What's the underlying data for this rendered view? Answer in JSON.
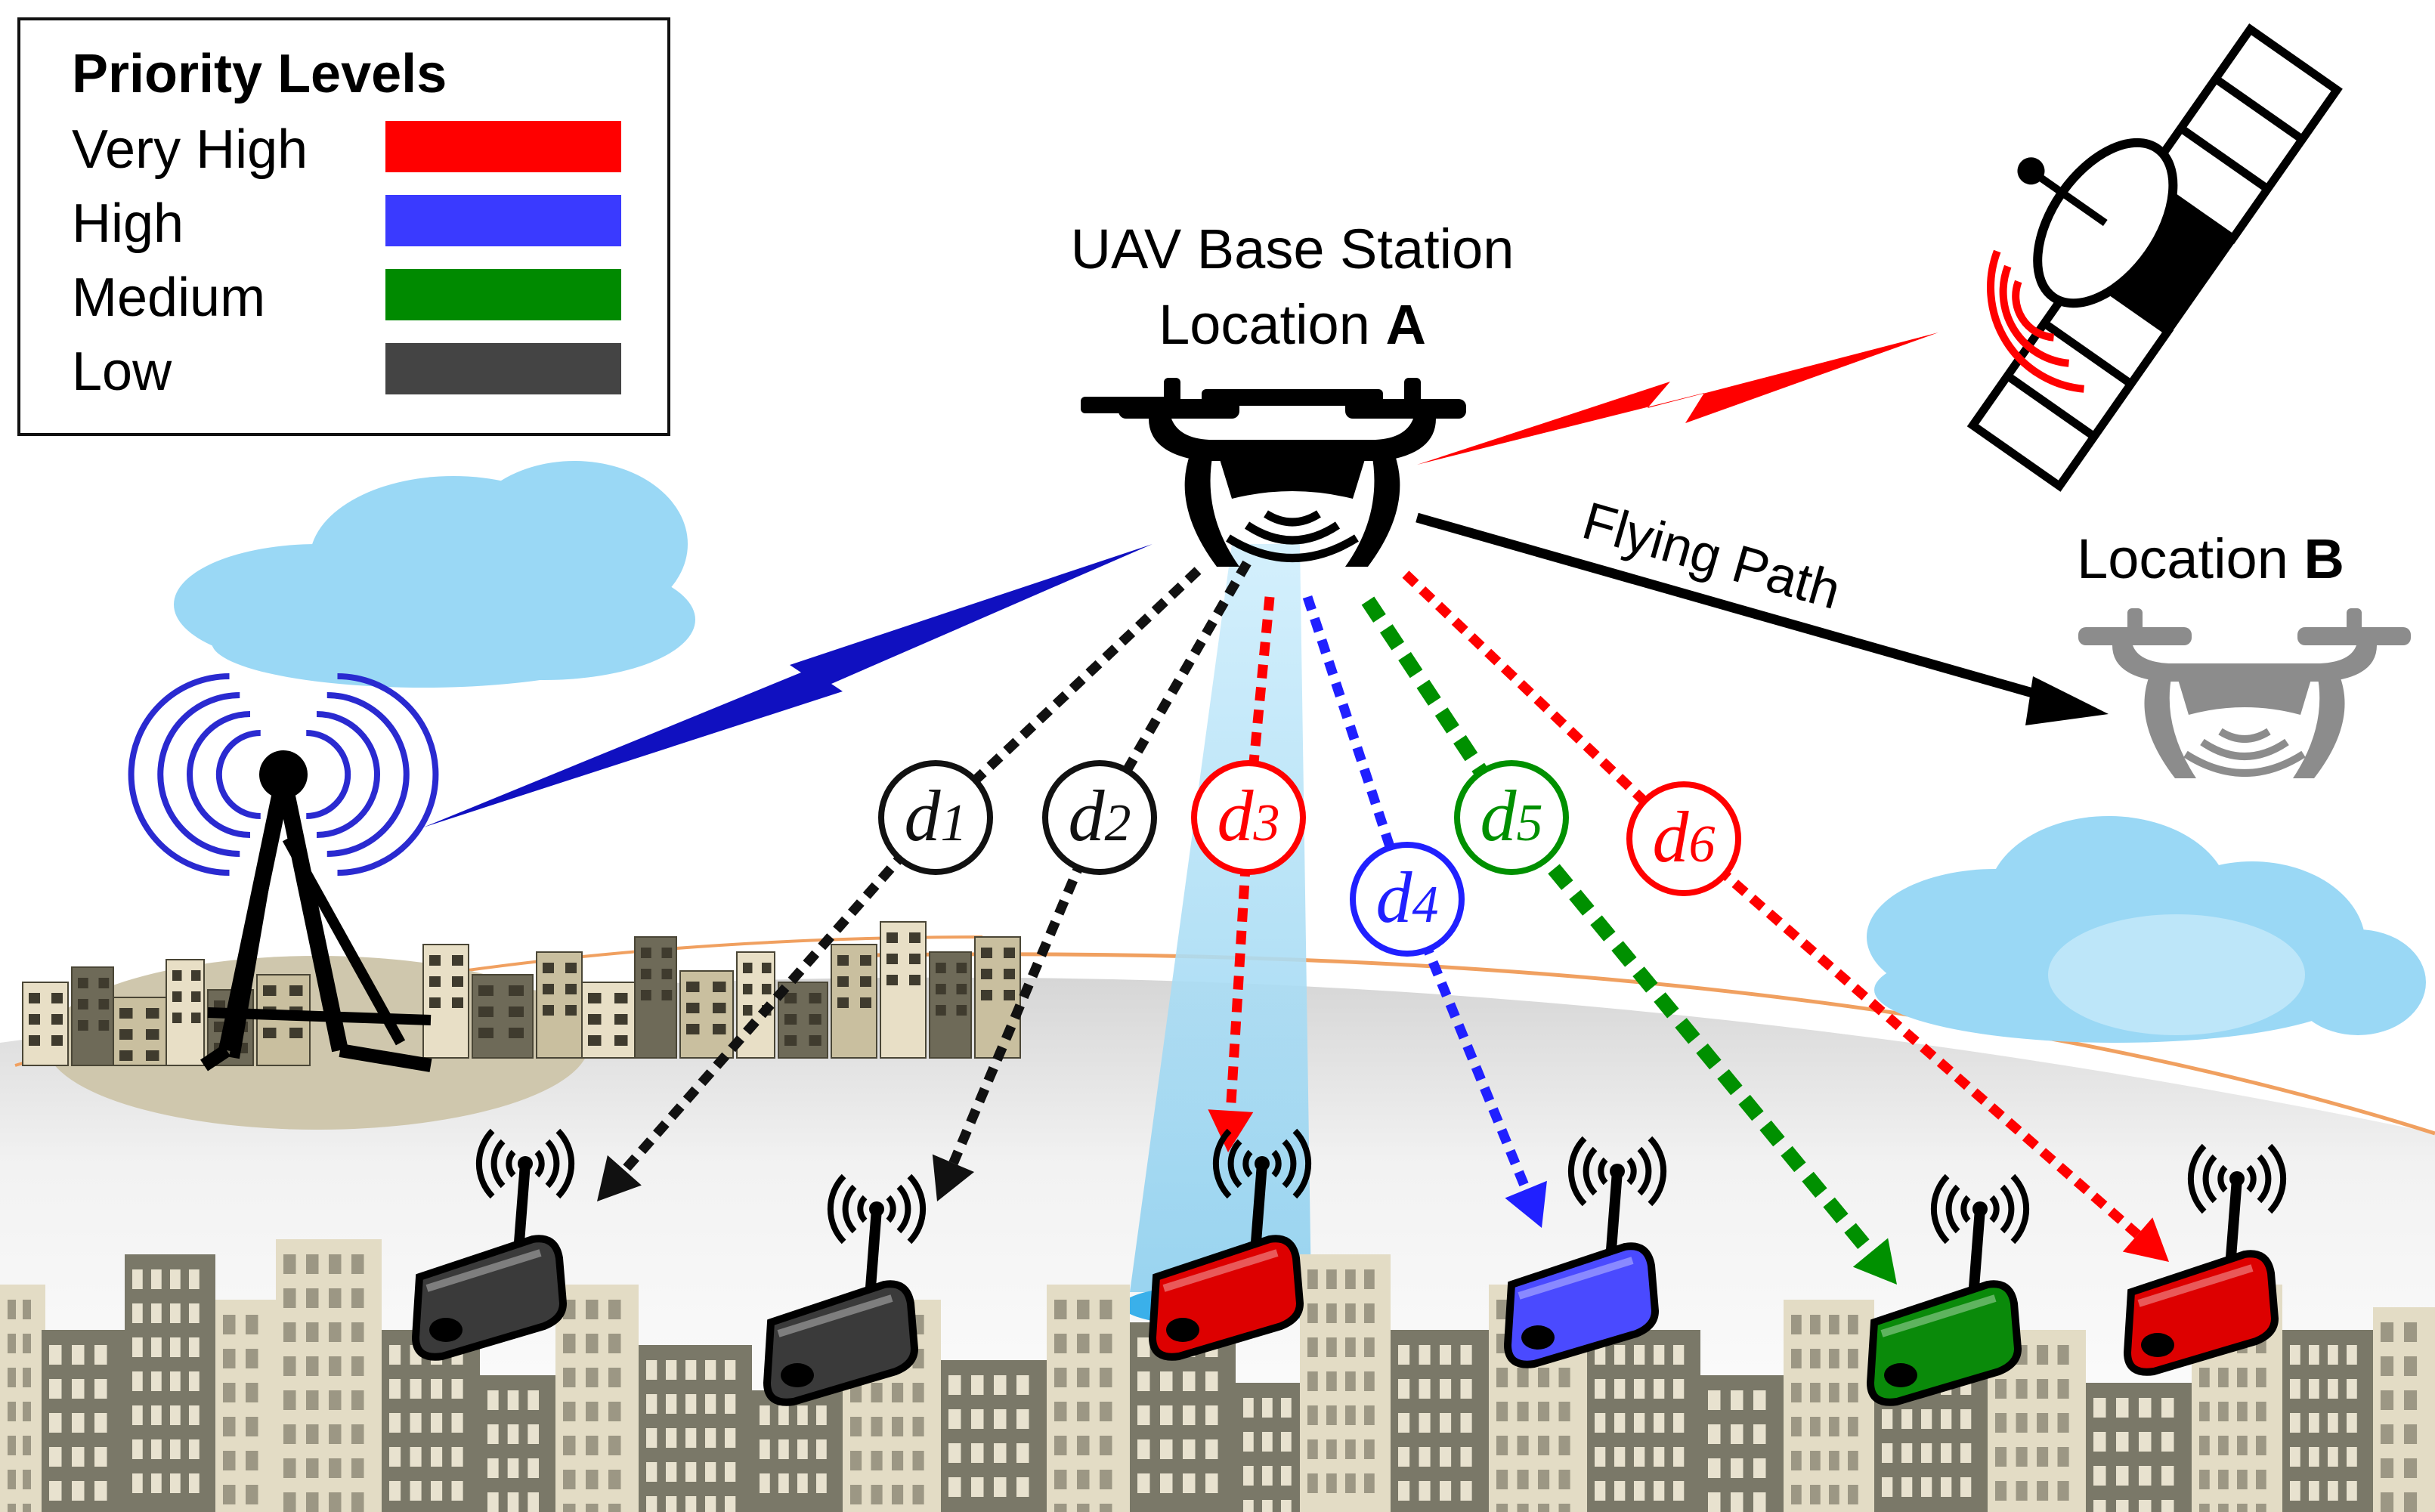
{
  "legend": {
    "title": "Priority Levels",
    "items": [
      {
        "label": "Very High",
        "color": "#ff0000"
      },
      {
        "label": "High",
        "color": "#3a3aff"
      },
      {
        "label": "Medium",
        "color": "#008a00"
      },
      {
        "label": "Low",
        "color": "#444444"
      }
    ]
  },
  "uav_a": {
    "line1": "UAV Base Station",
    "line2_prefix": "Location ",
    "line2_bold": "A"
  },
  "uav_b": {
    "prefix": "Location ",
    "bold": "B"
  },
  "flying_path": "Flying Path",
  "devices": [
    {
      "id": "d1",
      "letter": "d",
      "index": "1",
      "priority": "Low",
      "color": "#111111",
      "device_color": "#3a3a3a"
    },
    {
      "id": "d2",
      "letter": "d",
      "index": "2",
      "priority": "Low",
      "color": "#111111",
      "device_color": "#3a3a3a"
    },
    {
      "id": "d3",
      "letter": "d",
      "index": "3",
      "priority": "Very High",
      "color": "#ff0000",
      "device_color": "#dd0000"
    },
    {
      "id": "d4",
      "letter": "d",
      "index": "4",
      "priority": "High",
      "color": "#2020ff",
      "device_color": "#4a4aff"
    },
    {
      "id": "d5",
      "letter": "d",
      "index": "5",
      "priority": "Medium",
      "color": "#009000",
      "device_color": "#0a8a0a"
    },
    {
      "id": "d6",
      "letter": "d",
      "index": "6",
      "priority": "Very High",
      "color": "#ff0000",
      "device_color": "#dd0000"
    }
  ],
  "links": {
    "satellite_color": "#ff0000",
    "tower_color": "#1010c0"
  },
  "colors": {
    "sky_cloud": "#9ad8f5",
    "beam": "#a7d9f2",
    "building_dark": "#7a7868",
    "building_light": "#e3dcc5"
  }
}
